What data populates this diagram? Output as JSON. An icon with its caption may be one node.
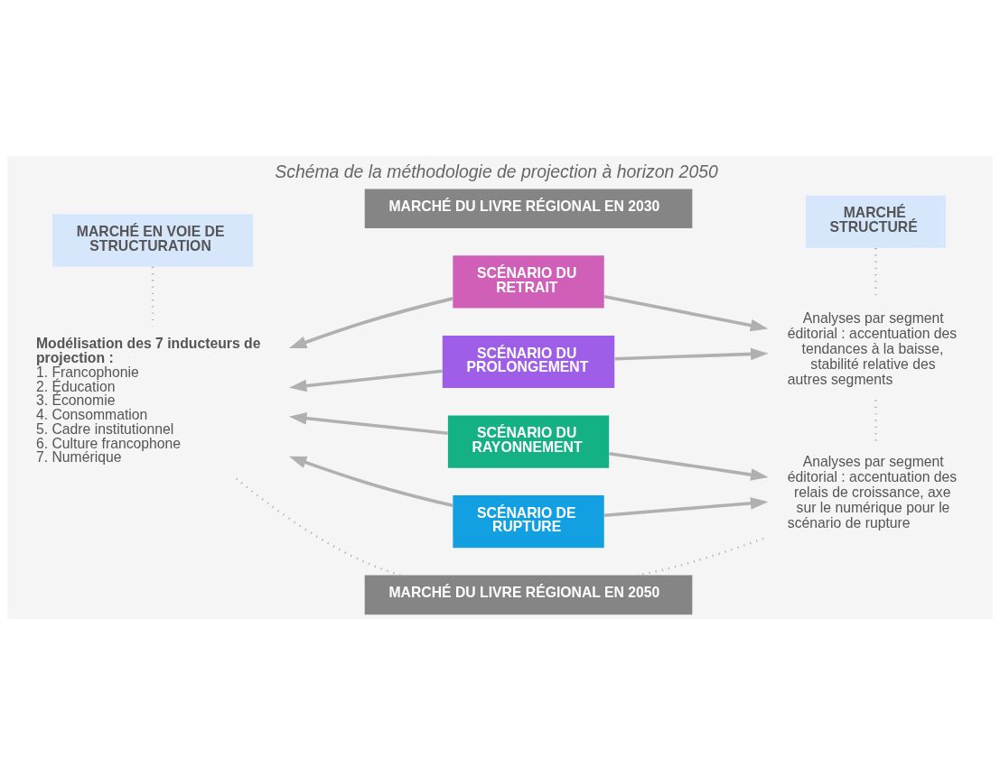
{
  "diagram": {
    "title": "Schéma de la méthodologie de projection à horizon 2050",
    "nodes": [
      {
        "text": [
          "MARCHÉ DU LIVRE RÉGIONAL EN 2030"
        ]
      },
      {
        "text": [
          "MARCHÉ EN VOIE DE STRUCTURATION"
        ]
      },
      {
        "text": [
          "MARCHÉ STRUCTURÉ"
        ]
      },
      {
        "text": [
          "Modélisation des 7 inducteurs de projection :",
          "1. Francophonie",
          "2. Éducation",
          "3. Économie",
          "4. Consommation",
          "5. Cadre institutionnel",
          "6. Culture francophone",
          "7. Numérique"
        ]
      },
      {
        "text": [
          "SCÉNARIO DU RETRAIT"
        ]
      },
      {
        "text": [
          "SCÉNARIO DU PROLONGEMENT"
        ]
      },
      {
        "text": [
          "SCÉNARIO DU RAYONNEMENT"
        ]
      },
      {
        "text": [
          "SCÉNARIO DE RUPTURE"
        ]
      },
      {
        "text": [
          "Analyses par segment éditorial : accentuation des tendances à la baisse, stabilité relative des autres segments"
        ]
      },
      {
        "text": [
          "Analyses par segment éditorial : accentuation des relais de croissance, axe sur le numérique pour le scénario de rupture"
        ]
      },
      {
        "text": [
          "MARCHÉ DU LIVRE RÉGIONAL EN 2050"
        ]
      }
    ],
    "edges": [
      {
        "from": 1,
        "to": 3,
        "arrow": "none",
        "style": "dashed"
      },
      {
        "from": 2,
        "to": 8,
        "arrow": "none",
        "style": "dashed"
      },
      {
        "from": 8,
        "to": 9,
        "arrow": "none",
        "style": "dashed"
      },
      {
        "from": 4,
        "to": 3,
        "arrow": "to"
      },
      {
        "from": 4,
        "to": 8,
        "arrow": "to"
      },
      {
        "from": 5,
        "to": 3,
        "arrow": "to"
      },
      {
        "from": 5,
        "to": 8,
        "arrow": "to"
      },
      {
        "from": 6,
        "to": 3,
        "arrow": "to"
      },
      {
        "from": 6,
        "to": 9,
        "arrow": "to"
      },
      {
        "from": 7,
        "to": 3,
        "arrow": "to"
      },
      {
        "from": 7,
        "to": 9,
        "arrow": "to"
      },
      {
        "from": 3,
        "to": 10,
        "arrow": "none",
        "style": "dashed"
      },
      {
        "from": 9,
        "to": 10,
        "arrow": "none",
        "style": "dashed"
      }
    ]
  }
}
